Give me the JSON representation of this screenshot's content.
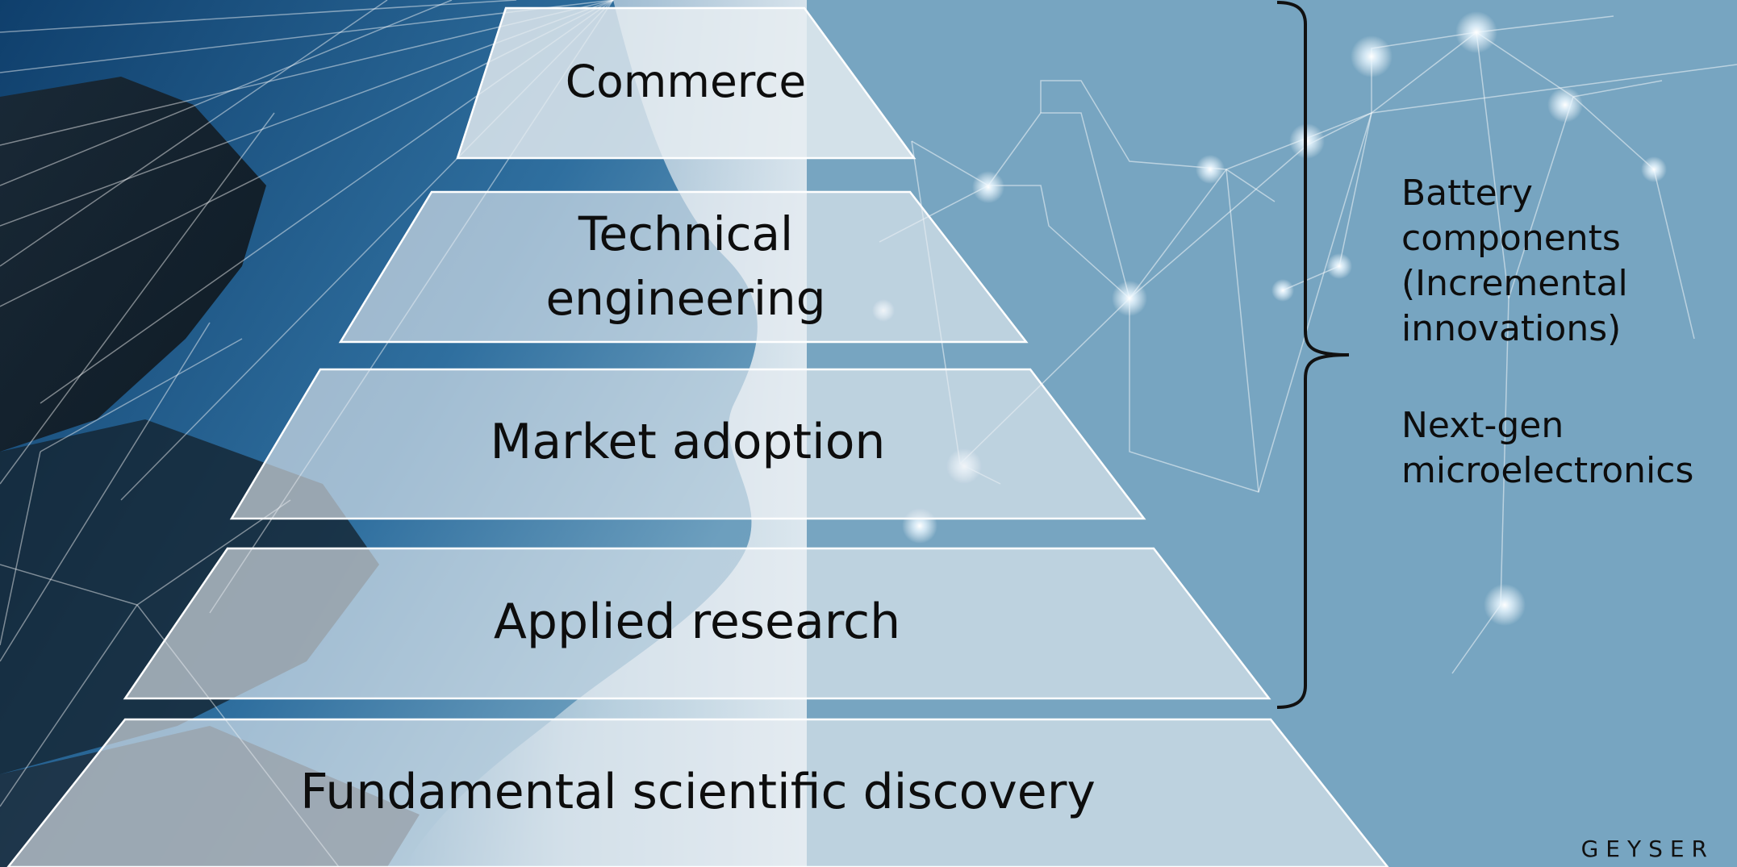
{
  "pyramid": {
    "tiers": [
      {
        "label": "Commerce"
      },
      {
        "label": "Technical engineering"
      },
      {
        "label": "Market adoption"
      },
      {
        "label": "Applied research"
      },
      {
        "label": "Fundamental scientific discovery"
      }
    ]
  },
  "bracket_annotation": {
    "items": [
      "Battery components (Incremental innovations)",
      "Next-gen microelectronics"
    ]
  },
  "brand": {
    "name": "GEYSER"
  },
  "colors": {
    "background": "#6f9fbc",
    "tier_fill": "#e8eef2",
    "tier_stroke": "#ffffff",
    "text": "#0d0d0d"
  }
}
